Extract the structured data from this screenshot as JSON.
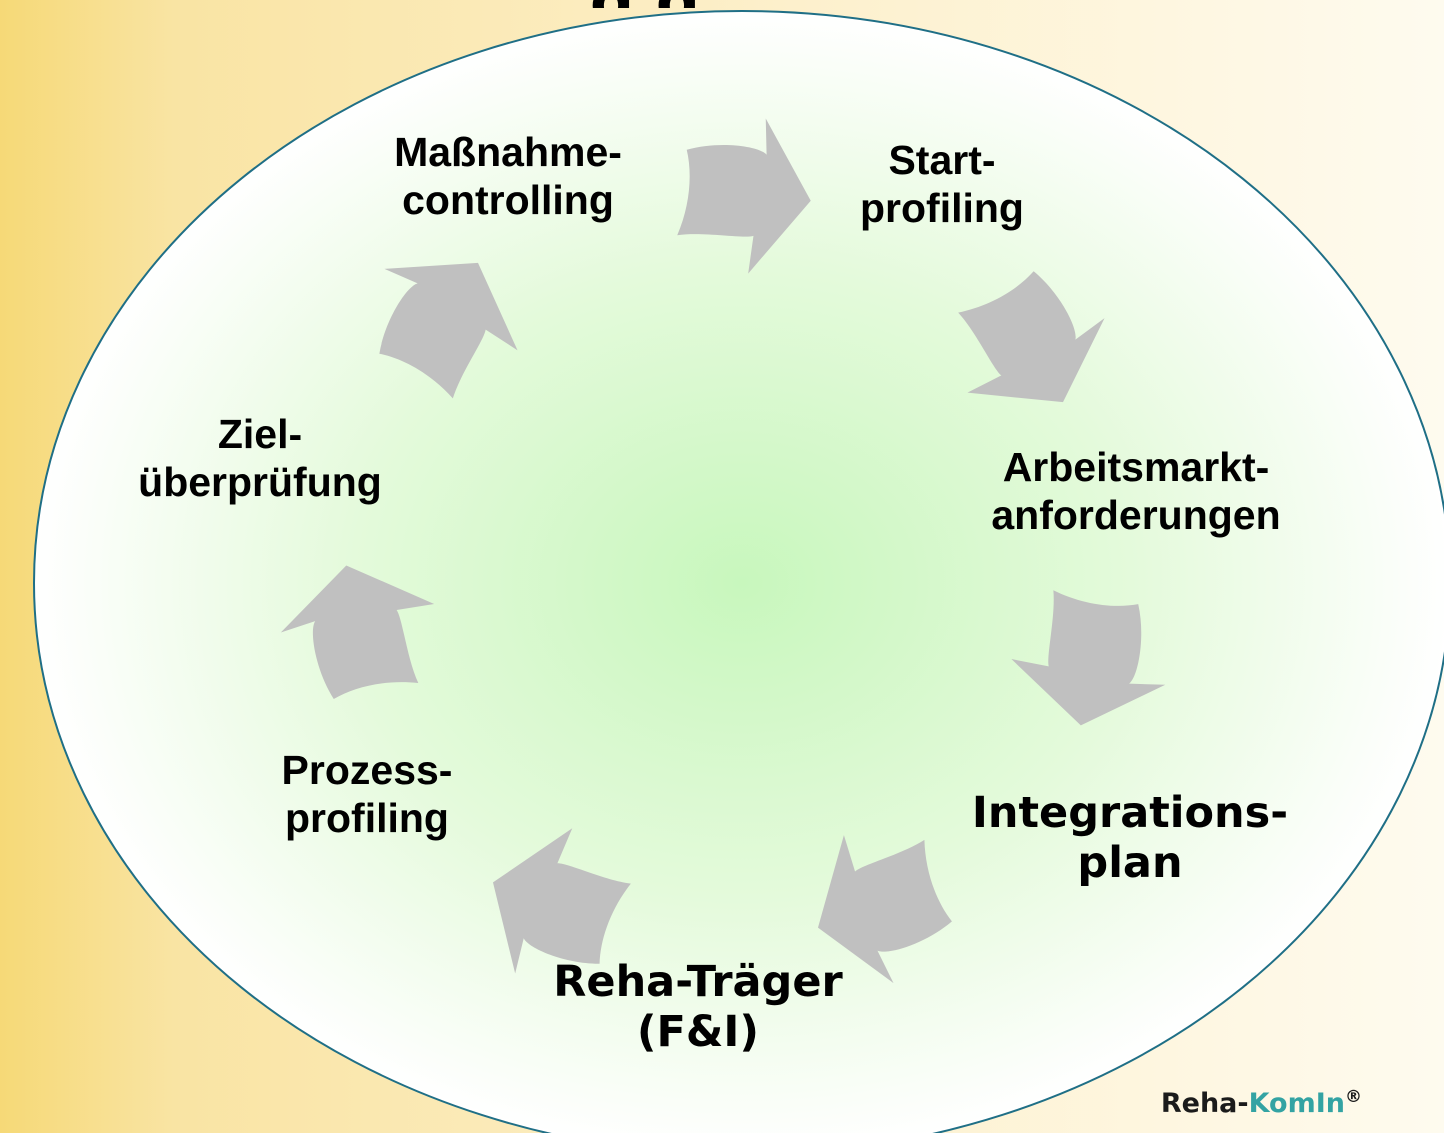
{
  "colors": {
    "ellipse_center": "#c8f7bd",
    "ellipse_edge": "#ffffff",
    "ellipse_stroke": "#1f6f86",
    "arrow": "#c0c0c0",
    "brand_accent": "#33a3a3"
  },
  "title_fragment": "g           g",
  "cycle": {
    "nodes": [
      {
        "id": "massnahme",
        "lines": [
          "Maßnahme-",
          "controlling"
        ]
      },
      {
        "id": "start",
        "lines": [
          "Start-",
          "profiling"
        ]
      },
      {
        "id": "arbeitsmarkt",
        "lines": [
          "Arbeitsmarkt-",
          "anforderungen"
        ]
      },
      {
        "id": "integration",
        "lines": [
          "Integrations-",
          "plan"
        ]
      },
      {
        "id": "reha",
        "lines": [
          "Reha-Träger",
          "(F&I)"
        ]
      },
      {
        "id": "prozess",
        "lines": [
          "Prozess-",
          "profiling"
        ]
      },
      {
        "id": "ziel",
        "lines": [
          "Ziel-",
          "überprüfung"
        ]
      }
    ],
    "arrow_icon": "curved-arrow-icon"
  },
  "brand": {
    "prefix": "Reha-",
    "accent": "KomIn",
    "mark": "®"
  }
}
